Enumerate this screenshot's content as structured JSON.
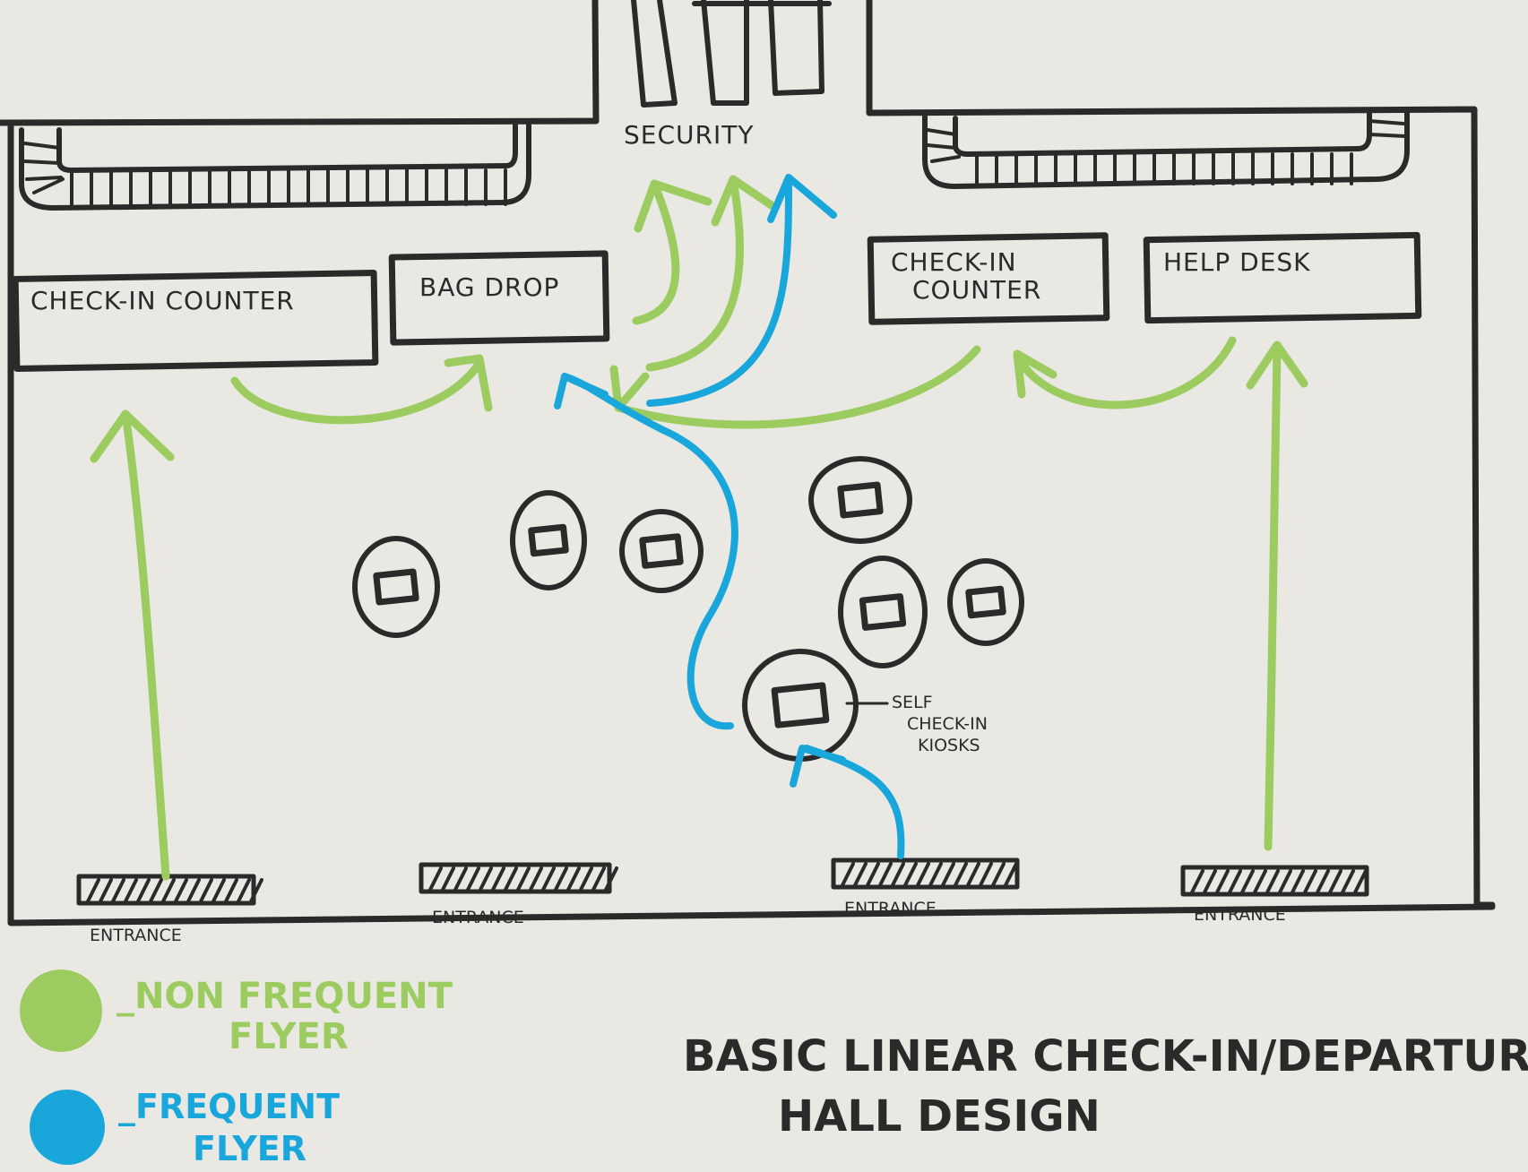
{
  "colors": {
    "non_frequent": "#9ccb5f",
    "frequent": "#19a6db",
    "ink": "#2a2a2a",
    "paper": "#e9e8e3"
  },
  "labels": {
    "security": "SECURITY",
    "check_in_left": "CHECK-IN COUNTER",
    "bag_drop": "BAG DROP",
    "check_in_right_line1": "CHECK-IN",
    "check_in_right_line2": "COUNTER",
    "help_desk": "HELP DESK",
    "kiosk_line1": "SELF",
    "kiosk_line2": "CHECK-IN",
    "kiosk_line3": "KIOSKS",
    "entrances": [
      "ENTRANCE",
      "ENTRANCE",
      "ENTRANCE",
      "ENTRANCE"
    ]
  },
  "legend": {
    "non_frequent_line1": "_NON FREQUENT",
    "non_frequent_line2": "FLYER",
    "frequent_line1": "_FREQUENT",
    "frequent_line2": "FLYER"
  },
  "title": {
    "line1": "BASIC LINEAR CHECK-IN/DEPARTURE",
    "line2": "HALL DESIGN"
  }
}
